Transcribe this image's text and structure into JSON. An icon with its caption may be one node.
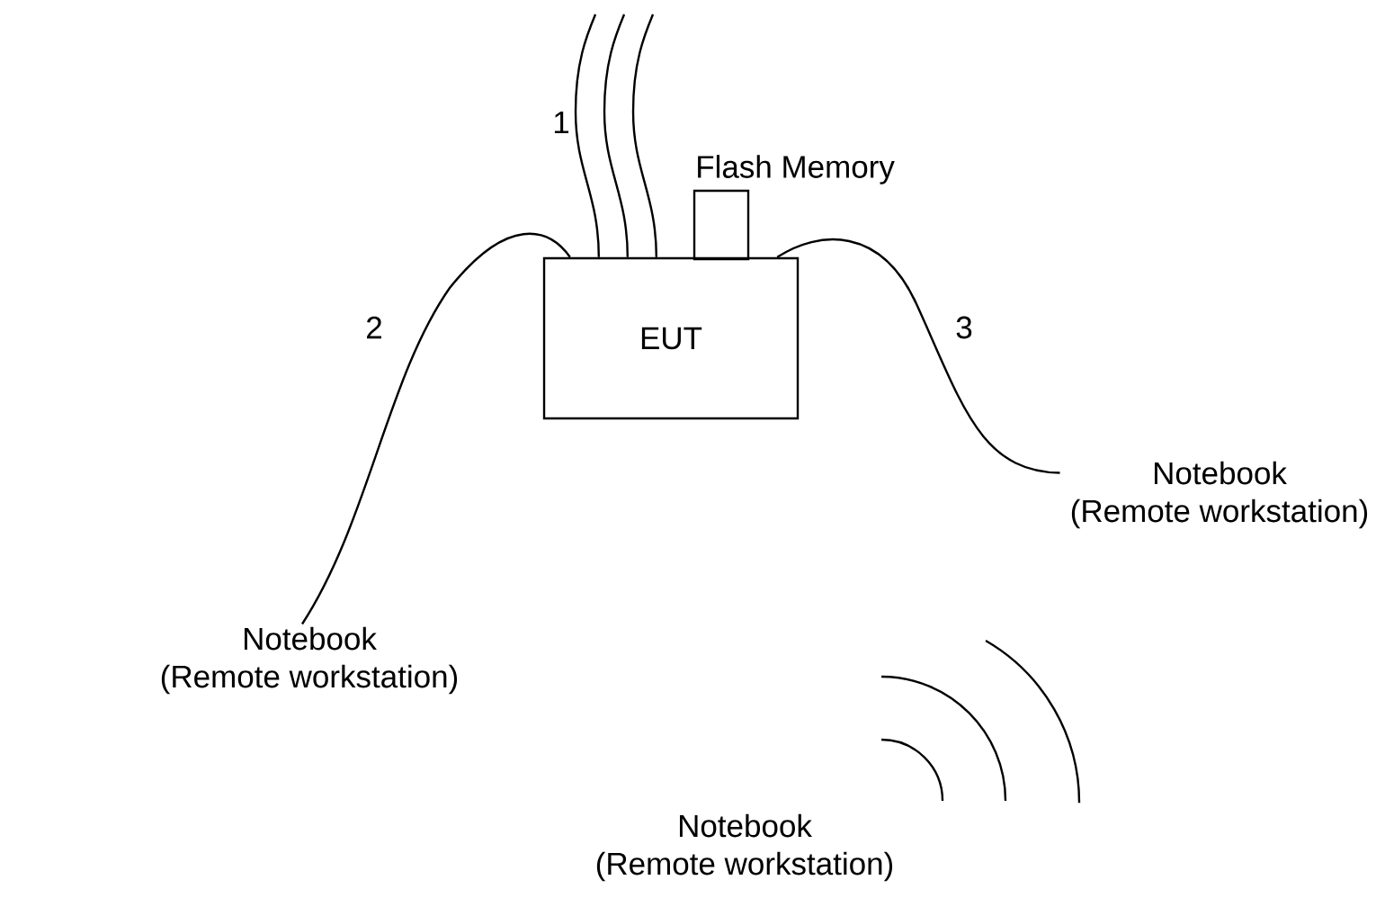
{
  "diagram": {
    "nodes": [
      {
        "text": [
          "EUT"
        ]
      },
      {
        "text": [
          "Flash Memory"
        ]
      },
      {
        "text": [
          "Notebook",
          "(Remote workstation)"
        ]
      },
      {
        "text": [
          "Notebook",
          "(Remote workstation)"
        ]
      },
      {
        "text": [
          "Notebook",
          "(Remote workstation)"
        ]
      }
    ],
    "edges": [
      {
        "from": 0,
        "to": null,
        "arrow": "none",
        "label": "1"
      },
      {
        "from": 0,
        "to": null,
        "arrow": "none"
      },
      {
        "from": 0,
        "to": null,
        "arrow": "none"
      },
      {
        "from": 0,
        "to": 2,
        "arrow": "none",
        "label": "2"
      },
      {
        "from": 0,
        "to": 3,
        "arrow": "none",
        "label": "3"
      }
    ]
  }
}
